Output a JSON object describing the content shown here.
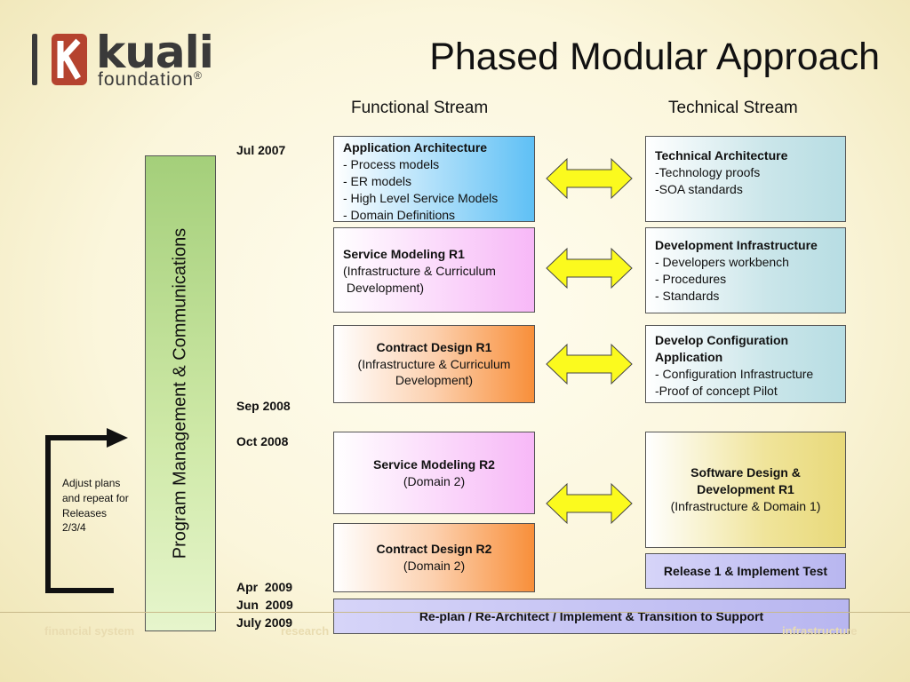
{
  "logo": {
    "word": "kuali",
    "sub": "foundation",
    "reg": "®"
  },
  "title": "Phased Modular Approach",
  "streams": {
    "functional": "Functional Stream",
    "technical": "Technical Stream"
  },
  "dates": {
    "d1": "Jul 2007",
    "d2": "Sep 2008",
    "d3": "Oct 2008",
    "d4": "Apr  2009",
    "d5": "Jun  2009",
    "d6": "July 2009"
  },
  "program_bar": "Program Management & Communications",
  "adjust_note": "Adjust plans and repeat for Releases 2/3/4",
  "functional": {
    "app_arch": {
      "title": "Application Architecture",
      "items": [
        "- Process models",
        "- ER models",
        "- High Level Service Models",
        "- Domain Definitions"
      ]
    },
    "svc_r1": {
      "title": "Service Modeling R1",
      "line1": "(Infrastructure & Curriculum",
      "line2": " Development)"
    },
    "contract_r1": {
      "title": "Contract Design R1",
      "line1": "(Infrastructure & Curriculum",
      "line2": "Development)"
    },
    "svc_r2": {
      "title": "Service Modeling R2",
      "line1": "(Domain 2)"
    },
    "contract_r2": {
      "title": "Contract Design R2",
      "line1": "(Domain 2)"
    }
  },
  "technical": {
    "tech_arch": {
      "title": "Technical Architecture",
      "items": [
        "-Technology proofs",
        "-SOA standards"
      ]
    },
    "dev_infra": {
      "title": "Development Infrastructure",
      "items": [
        "- Developers workbench",
        "- Procedures",
        "- Standards"
      ]
    },
    "dev_config": {
      "title1": "Develop Configuration",
      "title2": "Application",
      "items": [
        "- Configuration Infrastructure",
        "-Proof of concept Pilot"
      ]
    },
    "sw_design": {
      "title1": "Software Design &",
      "title2": "Development R1",
      "line1": "(Infrastructure & Domain 1)"
    },
    "release1": {
      "title": "Release 1 & Implement Test"
    }
  },
  "replan": "Re-plan / Re-Architect / Implement & Transition to Support",
  "footer": {
    "left": "financial system",
    "mid": "research",
    "right": "infrastructure"
  },
  "colors": {
    "app_arch": "#5fc0f5",
    "service_modeling": "#f7b8f7",
    "contract_design": "#f88f3a",
    "technical": "#cbe6ea",
    "software_design": "#f0e49a",
    "release": "#b8b6f0",
    "arrow_fill": "#fbfa1e"
  }
}
